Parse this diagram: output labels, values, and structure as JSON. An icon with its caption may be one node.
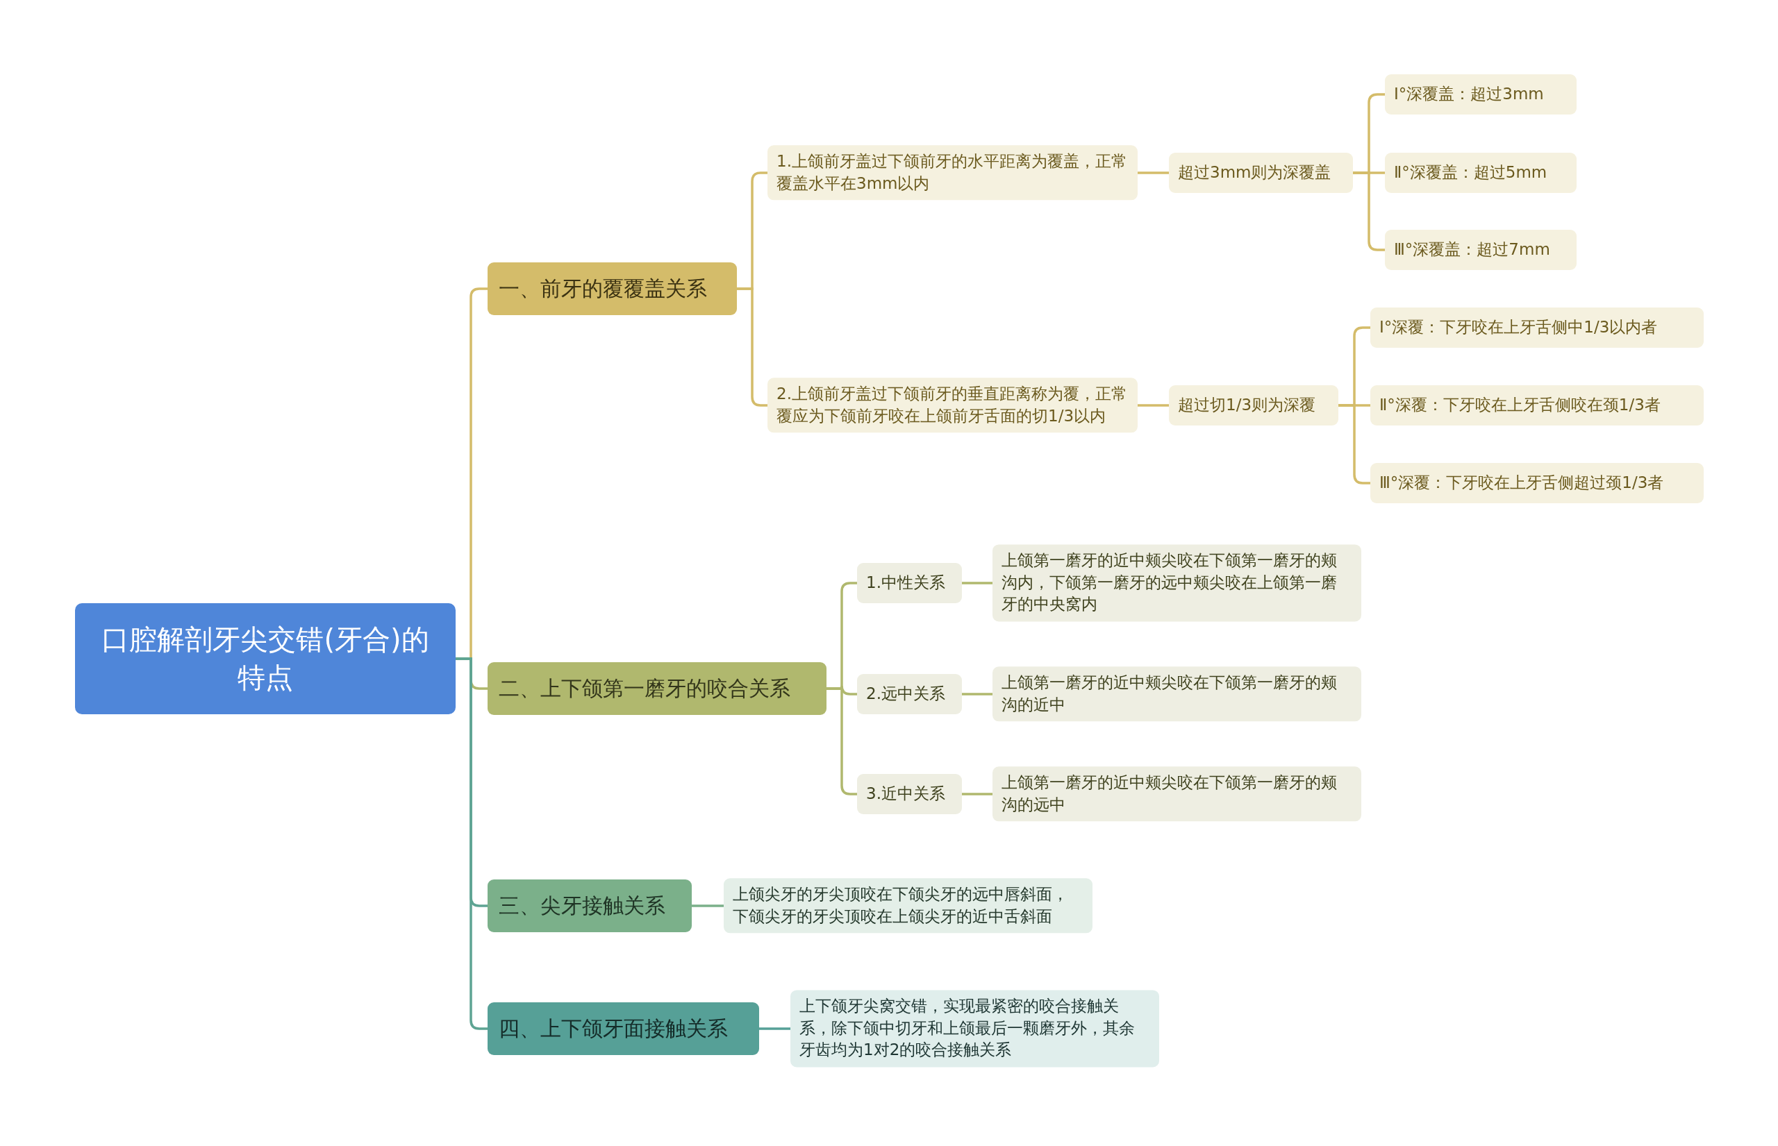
{
  "diagram": {
    "nodes": [
      {
        "text": [
          "口腔解剖牙尖交错(牙合)的特点"
        ]
      },
      {
        "text": [
          "一、前牙的覆覆盖关系"
        ]
      },
      {
        "text": [
          "1.上颌前牙盖过下颌前牙的水平距离为覆盖，正常覆盖水平在3mm以内"
        ]
      },
      {
        "text": [
          "超过3mm则为深覆盖"
        ]
      },
      {
        "text": [
          "Ⅰ°深覆盖：超过3mm"
        ]
      },
      {
        "text": [
          "Ⅱ°深覆盖：超过5mm"
        ]
      },
      {
        "text": [
          "Ⅲ°深覆盖：超过7mm"
        ]
      },
      {
        "text": [
          "2.上颌前牙盖过下颌前牙的垂直距离称为覆，正常覆应为下颌前牙咬在上颌前牙舌面的切1/3以内"
        ]
      },
      {
        "text": [
          "超过切1/3则为深覆"
        ]
      },
      {
        "text": [
          "Ⅰ°深覆：下牙咬在上牙舌侧中1/3以内者"
        ]
      },
      {
        "text": [
          "Ⅱ°深覆：下牙咬在上牙舌侧咬在颈1/3者"
        ]
      },
      {
        "text": [
          "Ⅲ°深覆：下牙咬在上牙舌侧超过颈1/3者"
        ]
      },
      {
        "text": [
          "二、上下颌第一磨牙的咬合关系"
        ]
      },
      {
        "text": [
          "1.中性关系"
        ]
      },
      {
        "text": [
          "上颌第一磨牙的近中颊尖咬在下颌第一磨牙的颊沟内，下颌第一磨牙的远中颊尖咬在上颌第一磨牙的中央窝内"
        ]
      },
      {
        "text": [
          "2.远中关系"
        ]
      },
      {
        "text": [
          "上颌第一磨牙的近中颊尖咬在下颌第一磨牙的颊沟的近中"
        ]
      },
      {
        "text": [
          "3.近中关系"
        ]
      },
      {
        "text": [
          "上颌第一磨牙的近中颊尖咬在下颌第一磨牙的颊沟的远中"
        ]
      },
      {
        "text": [
          "三、尖牙接触关系"
        ]
      },
      {
        "text": [
          "上颌尖牙的牙尖顶咬在下颌尖牙的远中唇斜面，下颌尖牙的牙尖顶咬在上颌尖牙的近中舌斜面"
        ]
      },
      {
        "text": [
          "四、上下颌牙面接触关系"
        ]
      },
      {
        "text": [
          "上下颌牙尖窝交错，实现最紧密的咬合接触关系，除下颌中切牙和上颌最后一颗磨牙外，其余牙齿均为1对2的咬合接触关系"
        ]
      }
    ],
    "edges": [
      {
        "from": 0,
        "to": 1,
        "arrow": "none",
        "color": "#d4bc6a"
      },
      {
        "from": 0,
        "to": 12,
        "arrow": "none",
        "color": "#b0b86e"
      },
      {
        "from": 0,
        "to": 19,
        "arrow": "none",
        "color": "#5ea493"
      },
      {
        "from": 0,
        "to": 21,
        "arrow": "none",
        "color": "#5ea493"
      },
      {
        "from": 1,
        "to": 2,
        "arrow": "none",
        "color": "#d4bc6a"
      },
      {
        "from": 1,
        "to": 7,
        "arrow": "none",
        "color": "#d4bc6a"
      },
      {
        "from": 2,
        "to": 3,
        "arrow": "none",
        "color": "#d4bc6a"
      },
      {
        "from": 3,
        "to": 4,
        "arrow": "none",
        "color": "#d4bc6a"
      },
      {
        "from": 3,
        "to": 5,
        "arrow": "none",
        "color": "#d4bc6a"
      },
      {
        "from": 3,
        "to": 6,
        "arrow": "none",
        "color": "#d4bc6a"
      },
      {
        "from": 7,
        "to": 8,
        "arrow": "none",
        "color": "#d4bc6a"
      },
      {
        "from": 8,
        "to": 9,
        "arrow": "none",
        "color": "#d4bc6a"
      },
      {
        "from": 8,
        "to": 10,
        "arrow": "none",
        "color": "#d4bc6a"
      },
      {
        "from": 8,
        "to": 11,
        "arrow": "none",
        "color": "#d4bc6a"
      },
      {
        "from": 12,
        "to": 13,
        "arrow": "none",
        "color": "#b0b86e"
      },
      {
        "from": 12,
        "to": 15,
        "arrow": "none",
        "color": "#b0b86e"
      },
      {
        "from": 12,
        "to": 17,
        "arrow": "none",
        "color": "#b0b86e"
      },
      {
        "from": 13,
        "to": 14,
        "arrow": "none",
        "color": "#b0b86e"
      },
      {
        "from": 15,
        "to": 16,
        "arrow": "none",
        "color": "#b0b86e"
      },
      {
        "from": 17,
        "to": 18,
        "arrow": "none",
        "color": "#b0b86e"
      },
      {
        "from": 19,
        "to": 20,
        "arrow": "none",
        "color": "#7bb08a"
      },
      {
        "from": 21,
        "to": 22,
        "arrow": "none",
        "color": "#56a097"
      }
    ]
  }
}
